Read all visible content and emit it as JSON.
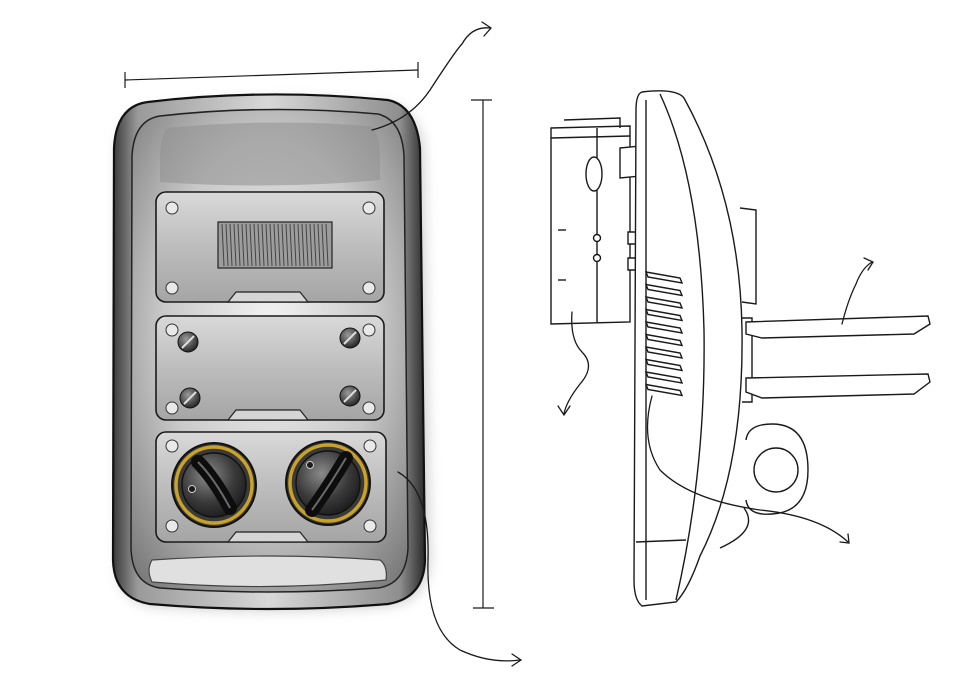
{
  "drawing": {
    "views": [
      "front-view",
      "side-view"
    ],
    "annotation_arrows": 5,
    "dimension_lines": [
      "width",
      "height"
    ],
    "front_view": {
      "panels": [
        "top-display-panel",
        "middle-screw-panel",
        "bottom-knob-panel"
      ],
      "knob_count": 2,
      "screw_count": 4
    },
    "side_view": {
      "vent_slot_count": 10,
      "clip_arm_count": 2
    },
    "colors": {
      "ink": "#1a1a1a",
      "shell_dark": "#2b2b2b",
      "shell_mid": "#8a8a8a",
      "shell_light": "#e9e9e9",
      "knob_ring": "#c9a227"
    }
  }
}
